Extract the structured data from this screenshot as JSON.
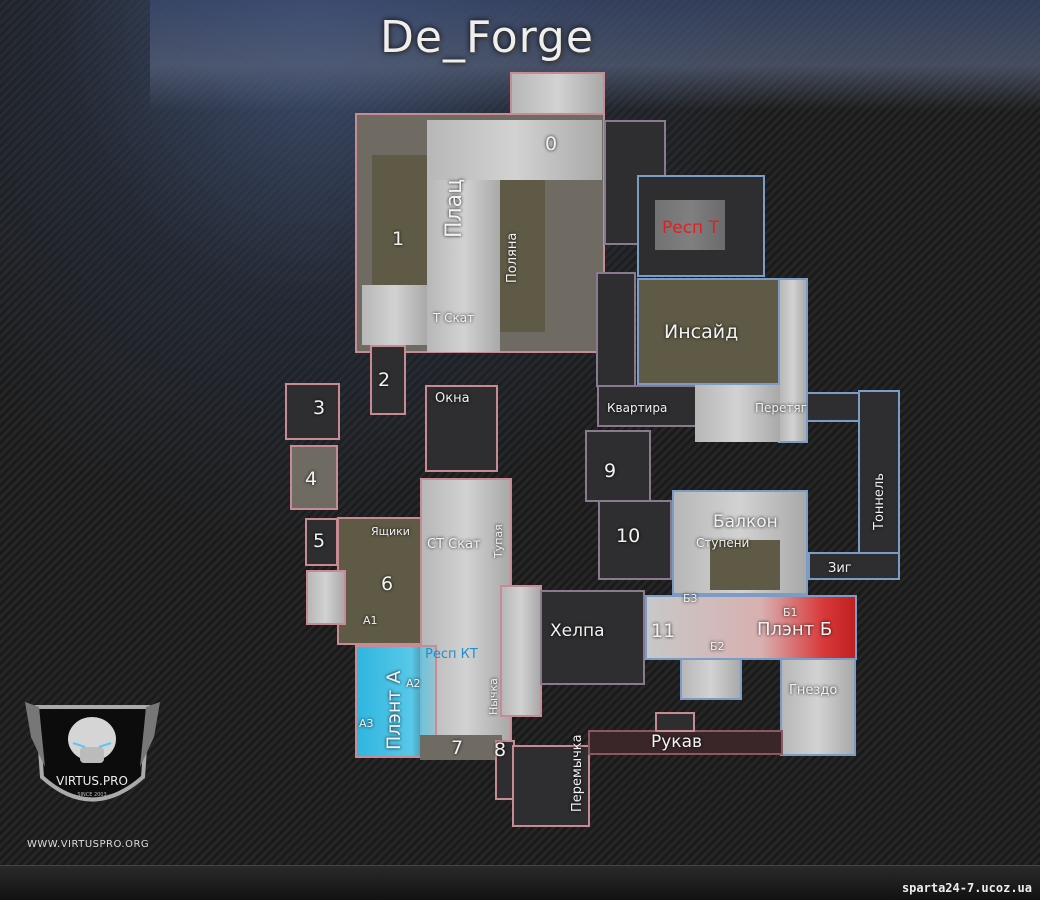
{
  "title": "De_Forge",
  "watermark": "sparta24-7.ucoz.ua",
  "logo": {
    "name": "VIRTUS.PRO",
    "since": "SINCE 2003",
    "url": "WWW.VIRTUSPRO.ORG"
  },
  "colors": {
    "plant_a": "#3fc0e0",
    "plant_b": "#d02a2a",
    "resp_t": "#e02020",
    "resp_ct": "#1e90d0"
  },
  "labels": {
    "zero": "0",
    "plac": "Плац",
    "one": "1",
    "polyana": "Поляна",
    "t_skat": "Т Скат",
    "resp_t": "Респ Т",
    "insaid": "Инсайд",
    "two": "2",
    "three": "3",
    "okna": "Окна",
    "kvartira": "Квартира",
    "peretyag": "Перетяг",
    "tonnel": "Тоннель",
    "four": "4",
    "nine": "9",
    "balkon": "Балкон",
    "five": "5",
    "yashiki": "Ящики",
    "ct_skat": "СТ Скат",
    "tupaya": "Тупая",
    "ten": "10",
    "stupeni": "Ступени",
    "zig": "Зиг",
    "six": "6",
    "b3": "Б3",
    "b1": "Б1",
    "a1": "А1",
    "helpa": "Хелпа",
    "eleven": "11",
    "plant_b": "Плэнт Б",
    "resp_ct": "Респ КТ",
    "b2": "Б2",
    "a2": "А2",
    "plant_a": "Плэнт А",
    "nychka": "Нычка",
    "gnezdo": "Гнездо",
    "a3": "А3",
    "rukav": "Рукав",
    "seven": "7",
    "eight": "8",
    "peremychka": "Перемычка"
  }
}
